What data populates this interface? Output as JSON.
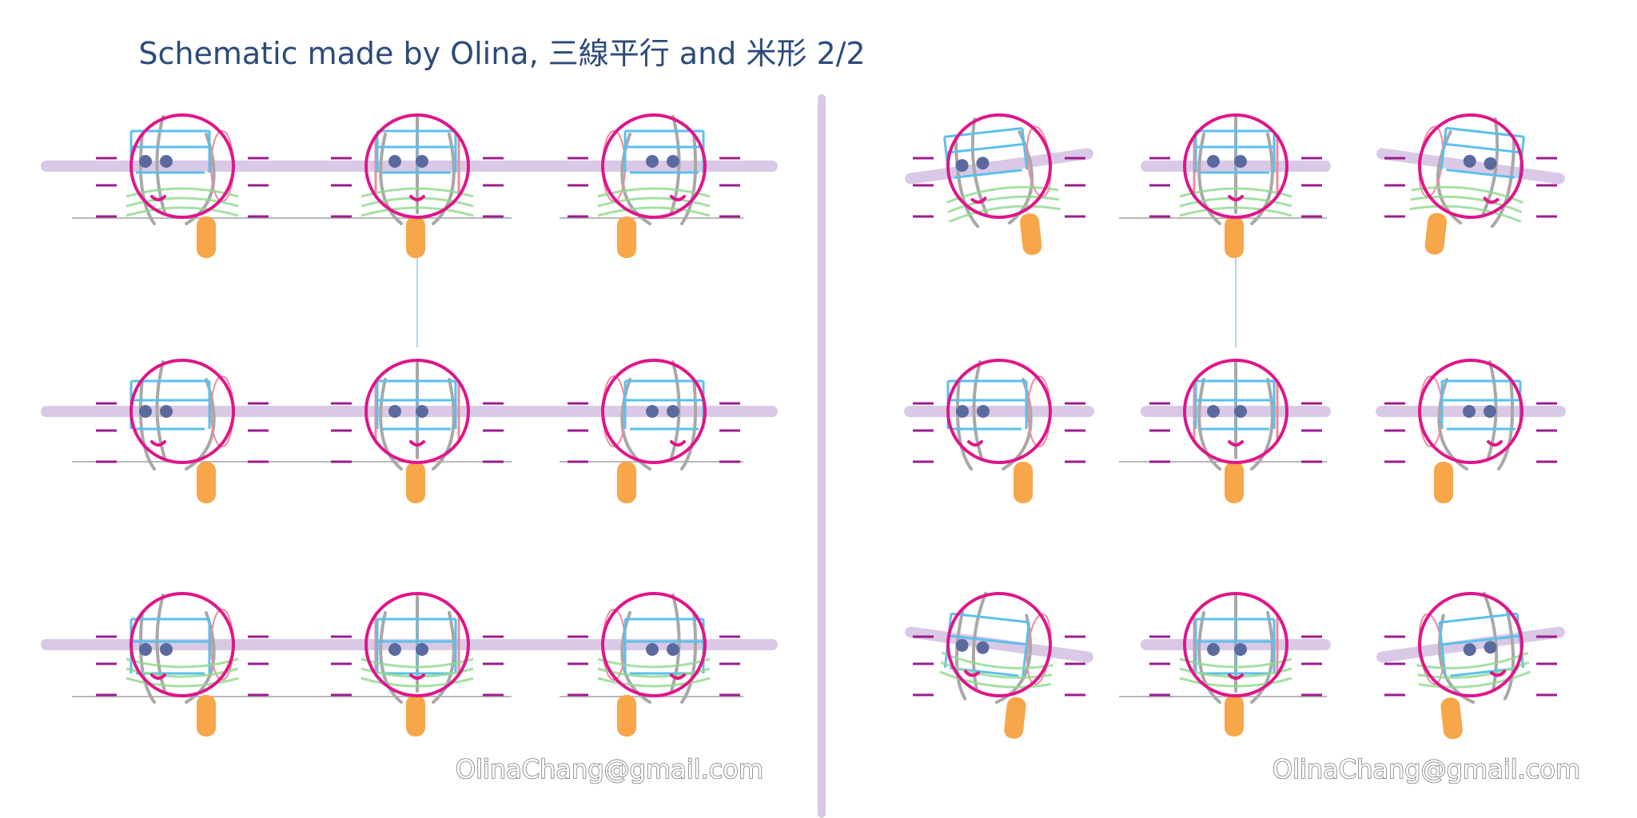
{
  "title": "Schematic made by Olina, 三線平行 and 米形 2/2",
  "panels": [
    {
      "id": "left",
      "watermark": "OlinaChang@gmail.com"
    },
    {
      "id": "right",
      "watermark": "OlinaChang@gmail.com"
    }
  ],
  "colors": {
    "title": "#2c4a7a",
    "guide_band": "#d9c9e6",
    "head_circle": "#e0158a",
    "face_box": "#5bc0eb",
    "side_plane": "#f08a9a",
    "eye": "#5b6a9e",
    "neck": "#f7a64a",
    "skull_sketch": "#a8a8a8",
    "contour": "#8fd88f",
    "tick": "#9b1c8c",
    "divider": "#d9c9e6"
  }
}
